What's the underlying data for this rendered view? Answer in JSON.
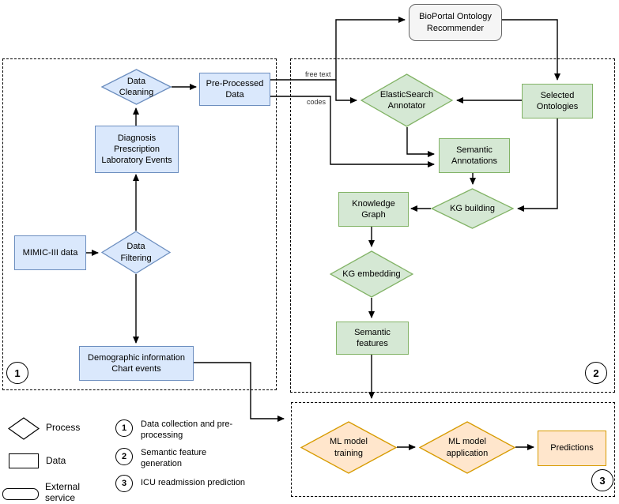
{
  "nodes": {
    "bioportal": "BioPortal Ontology\nRecommender",
    "data_cleaning": "Data\nCleaning",
    "preprocessed": "Pre-Processed\nData",
    "diagnosis": "Diagnosis\nPrescription\nLaboratory Events",
    "mimic": "MIMIC-III data",
    "data_filtering": "Data\nFiltering",
    "demographic": "Demographic information\nChart events",
    "elasticsearch": "ElasticSearch\nAnnotator",
    "selected_ontologies": "Selected\nOntologies",
    "semantic_annotations": "Semantic\nAnnotations",
    "kg_building": "KG building",
    "knowledge_graph": "Knowledge\nGraph",
    "kg_embedding": "KG embedding",
    "semantic_features": "Semantic\nfeatures",
    "ml_training": "ML model\ntraining",
    "ml_application": "ML model\napplication",
    "predictions": "Predictions"
  },
  "edge_labels": {
    "free_text": "free text",
    "codes": "codes"
  },
  "badges": {
    "s1": "1",
    "s2": "2",
    "s3": "3"
  },
  "legend": {
    "shapes": [
      {
        "label": "Process"
      },
      {
        "label": "Data"
      },
      {
        "label": "External\nservice"
      }
    ],
    "steps": [
      {
        "num": "1",
        "label": "Data collection and pre-\nprocessing"
      },
      {
        "num": "2",
        "label": "Semantic feature\ngeneration"
      },
      {
        "num": "3",
        "label": "ICU readmission prediction"
      }
    ]
  },
  "colors": {
    "blue_fill": "#dae8fc",
    "blue_border": "#6c8ebf",
    "green_fill": "#d5e8d4",
    "green_border": "#82b366",
    "orange_fill": "#ffe6cc",
    "orange_border": "#d79b00",
    "gray_fill": "#f5f5f5",
    "gray_border": "#666666",
    "line": "#000000"
  }
}
